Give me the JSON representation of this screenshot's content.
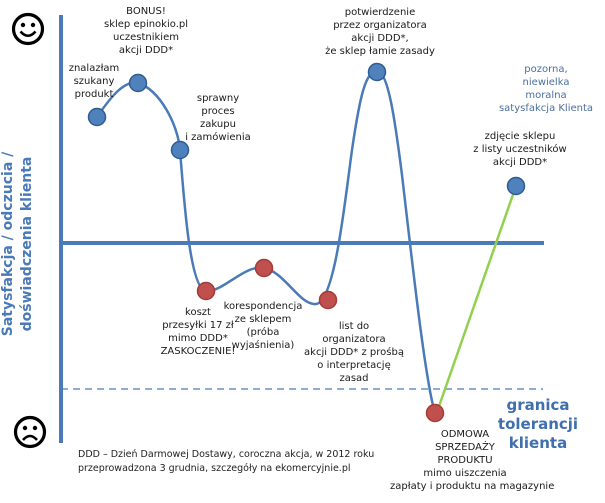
{
  "diagram": {
    "title": "Customer experience journey",
    "y_axis_label": [
      "Satysfakcja / odczucia /",
      "doświadczenia klienta"
    ],
    "top_icon": "smiley-face-icon",
    "bottom_icon": "sad-face-icon",
    "tolerance_label": [
      "granica",
      "tolerancji klienta"
    ],
    "colors": {
      "axis": "#4a7ab8",
      "curve": "#4a7ab8",
      "positive_point": "#4f81bd",
      "negative_point": "#c0504d",
      "illusory_line": "#92d050",
      "tolerance_line": "#4a7ab8"
    },
    "events": [
      {
        "id": "found-product",
        "type": "positive",
        "label": [
          "znalazłam",
          "szukany",
          "produkt"
        ]
      },
      {
        "id": "bonus",
        "type": "positive",
        "label": [
          "BONUS!",
          "sklep epinokio.pl",
          "uczestnikiem",
          "akcji DDD*"
        ]
      },
      {
        "id": "smooth-process",
        "type": "positive",
        "label": [
          "sprawny",
          "proces",
          "zakupu",
          "i zamówienia"
        ]
      },
      {
        "id": "shipping-cost",
        "type": "negative",
        "label": [
          "koszt",
          "przesyłki 17 zł",
          "mimo DDD*",
          "ZASKOCZENIE!"
        ]
      },
      {
        "id": "correspondence",
        "type": "negative",
        "label": [
          "korespondencja",
          "ze sklepem",
          "(próba",
          "wyjaśnienia)"
        ]
      },
      {
        "id": "letter-to-organizer",
        "type": "negative",
        "label": [
          "list do",
          "organizatora",
          "akcji DDD* z prośbą",
          "o interpretację",
          "zasad"
        ]
      },
      {
        "id": "organizer-confirmation",
        "type": "positive",
        "label": [
          "potwierdzenie",
          "przez organizatora",
          "akcji DDD*,",
          "że sklep łamie zasady"
        ]
      },
      {
        "id": "sale-refused",
        "type": "negative",
        "label": [
          "ODMOWA",
          "SPRZEDAŻY",
          "PRODUKTU",
          "mimo  uiszczenia",
          "zapłaty i produktu  na magazynie"
        ]
      },
      {
        "id": "shop-removed",
        "type": "positive",
        "label": [
          "zdjęcie sklepu",
          "z listy uczestników",
          "akcji DDD*"
        ]
      }
    ],
    "side_note": [
      "pozorna,",
      "niewielka",
      "moralna",
      "satysfakcja Klienta"
    ],
    "footnote": [
      "DDD – Dzień Darmowej  Dostawy, coroczna akcja, w 2012 roku",
      "przeprowadzona  3 grudnia, szczegóły na ekomercyjnie.pl"
    ]
  }
}
